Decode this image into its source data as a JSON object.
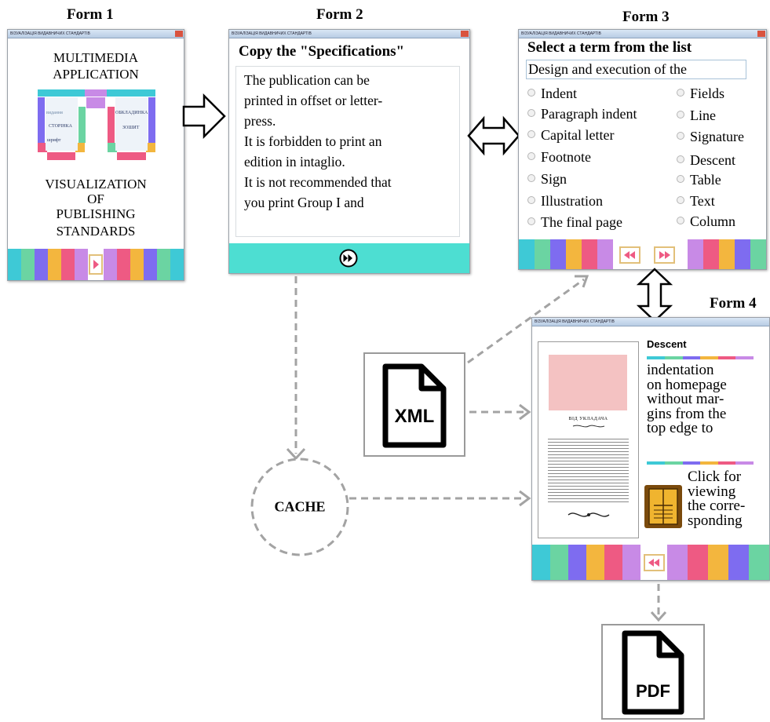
{
  "form_labels": {
    "form1": "Form 1",
    "form2": "Form 2",
    "form3": "Form 3",
    "form4": "Form 4"
  },
  "window_title": "ВІЗУАЛІЗАЦІЯ ВИДАВНИЧИХ СТАНДАРТІВ",
  "stripe_colors": [
    "#3ec9d6",
    "#6bd4a2",
    "#7e6cf0",
    "#f3b63e",
    "#ee5a83",
    "#c88ae6"
  ],
  "form1": {
    "title_lines": [
      "MULTIMEDIA",
      "APPLICATION"
    ],
    "subtitle_lines": [
      "VISUALIZATION",
      "OF",
      "PUBLISHING",
      "STANDARDS"
    ],
    "logo_words_left": [
      "видання",
      "СТОРІНКА",
      "шрифт"
    ],
    "logo_words_right": [
      "ОБКЛАДИНКА",
      "ЗОШИТ"
    ]
  },
  "form2": {
    "heading": "Copy the \"Specifications\"",
    "text_lines": [
      "The publication can be",
      "printed in offset or letter-",
      "press.",
      "It is forbidden to print an",
      "edition in intaglio.",
      "It is not recommended that",
      "you print Group I and"
    ],
    "footer_color": "#4dded2"
  },
  "form3": {
    "heading": "Select a term from the list",
    "input_value": "Design and execution of the",
    "terms_left": [
      "Indent",
      "Paragraph indent",
      "Capital letter",
      "Footnote",
      "Sign",
      "Illustration",
      "The final page"
    ],
    "terms_right": [
      "Fields",
      "Line",
      "Signature",
      "Descent",
      "Table",
      "Text",
      "Column"
    ]
  },
  "form4": {
    "term_title": "Descent",
    "definition_lines": [
      "indentation",
      "on homepage",
      "without mar-",
      "gins from the",
      "top edge to"
    ],
    "click_lines": [
      "Click for",
      "viewing",
      "the corre-",
      "sponding"
    ],
    "page_caption": "ВІД УКЛАДАЧА"
  },
  "nodes": {
    "xml": "XML",
    "cache": "CACHE",
    "pdf": "PDF"
  },
  "colors": {
    "accent_border": "#e2c07a",
    "arrow_button": "#ee5a83",
    "dashed_arrow": "#a3a3a3",
    "placeholder_block": "#f4c2c2"
  }
}
